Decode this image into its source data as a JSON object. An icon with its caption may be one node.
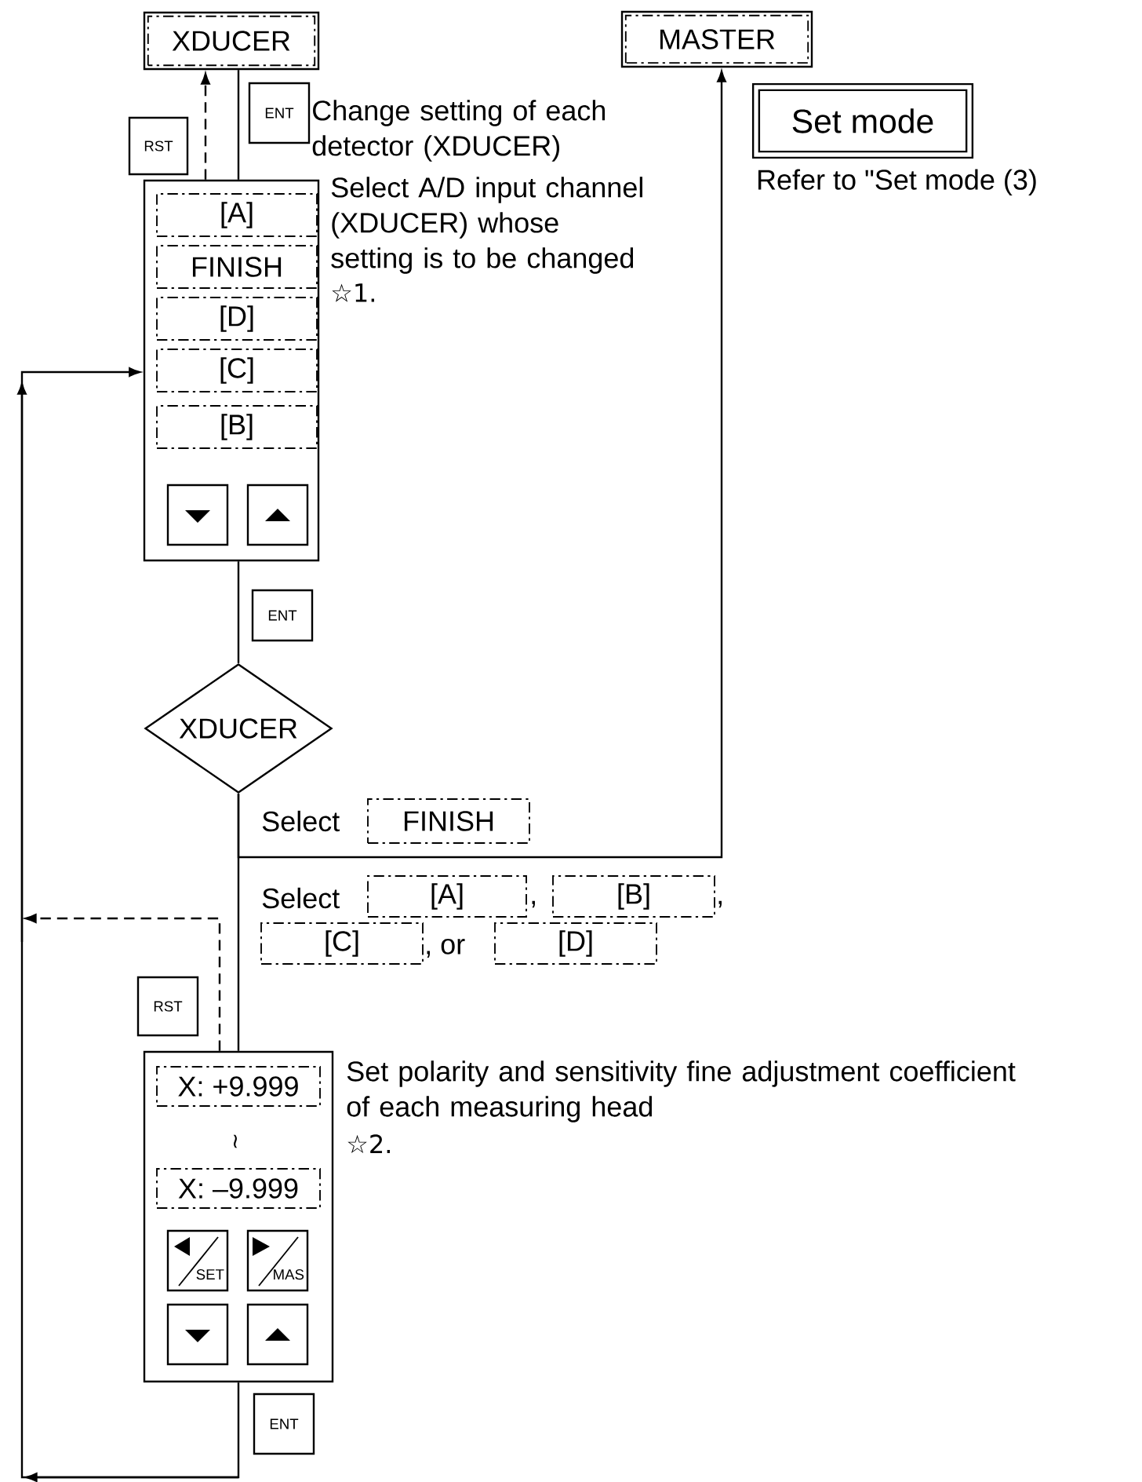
{
  "diagram": {
    "nodes": [
      {
        "text": [
          "XDUCER"
        ]
      },
      {
        "text": [
          "MASTER"
        ]
      },
      {
        "text": [
          "ENT"
        ]
      },
      {
        "text": [
          "RST"
        ]
      },
      {
        "text": [
          "Set mode"
        ],
        "beside": [
          "Refer to \"Set mode (3)"
        ]
      },
      {
        "text": [],
        "shape": "box"
      },
      {
        "text": [
          "[A]"
        ],
        "in": 5
      },
      {
        "text": [
          "FINISH"
        ],
        "in": 5
      },
      {
        "text": [
          "[D]"
        ],
        "in": 5
      },
      {
        "text": [
          "[C]"
        ],
        "in": 5
      },
      {
        "text": [
          "[B]"
        ],
        "in": 5
      },
      {
        "text": [],
        "shape": "box",
        "in": 5
      },
      {
        "text": [],
        "shape": "box",
        "in": 5
      },
      {
        "text": [
          "ENT"
        ]
      },
      {
        "text": [
          "XDUCER"
        ]
      },
      {
        "text": [
          "FINISH"
        ]
      },
      {
        "text": [
          "[A]"
        ]
      },
      {
        "text": [
          "[B]"
        ]
      },
      {
        "text": [
          "[C]"
        ]
      },
      {
        "text": [
          "[D]"
        ]
      },
      {
        "text": [
          "RST"
        ]
      },
      {
        "text": [],
        "shape": "box"
      },
      {
        "text": [
          "X: +9.999"
        ],
        "in": 21
      },
      {
        "text": [
          "X: –9.999"
        ],
        "in": 21
      },
      {
        "text": [
          "SET"
        ],
        "in": 21
      },
      {
        "text": [
          "MAS"
        ],
        "in": 21
      },
      {
        "text": [],
        "shape": "box",
        "in": 21
      },
      {
        "text": [],
        "shape": "box",
        "in": 21
      },
      {
        "text": [
          "ENT"
        ]
      }
    ],
    "edges": [
      {
        "from": 0,
        "to": 5,
        "arrow": "none"
      },
      {
        "from": 5,
        "to": 0,
        "arrow": "to",
        "style": "dashed"
      },
      {
        "from": 5,
        "to": 14,
        "arrow": "none"
      },
      {
        "from": 14,
        "to": 1,
        "arrow": "to"
      },
      {
        "from": 14,
        "to": 21,
        "arrow": "none"
      },
      {
        "from": 21,
        "to": 5,
        "arrow": "to"
      },
      {
        "from": 21,
        "to": null,
        "arrow": "to",
        "style": "dashed"
      }
    ],
    "labels": [
      "Change setting of each detector (XDUCER)",
      "Select A/D input channel (XDUCER) whose setting is to be changed",
      "☆1.",
      "Select",
      "Select",
      ",",
      ",",
      ", or",
      "Set polarity and sensitivity fine adjustment coefficient of each measuring head",
      "≀",
      "☆2."
    ]
  }
}
